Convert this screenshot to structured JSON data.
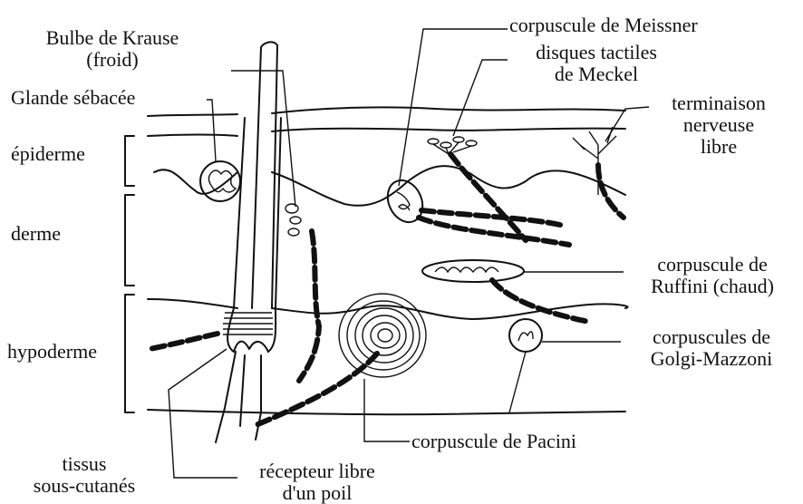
{
  "labels": {
    "krause_1": "Bulbe de Krause",
    "krause_2": "(froid)",
    "sebacee": "Glande sébacée",
    "epiderme": "épiderme",
    "derme": "derme",
    "hypoderme": "hypoderme",
    "tissus_1": "tissus",
    "tissus_2": "sous-cutanés",
    "recepteur_1": "récepteur libre",
    "recepteur_2": "d'un poil",
    "meissner": "corpuscule de Meissner",
    "merkel_1": "disques tactiles",
    "merkel_2": "de Meckel",
    "libre_1": "terminaison",
    "libre_2": "nerveuse",
    "libre_3": "libre",
    "ruffini_1": "corpuscule de",
    "ruffini_2": "Ruffini (chaud)",
    "golgi_1": "corpuscules de",
    "golgi_2": "Golgi-Mazzoni",
    "pacini": "corpuscule de Pacini"
  },
  "colors": {
    "ink": "#111111",
    "paper": "#ffffff"
  }
}
